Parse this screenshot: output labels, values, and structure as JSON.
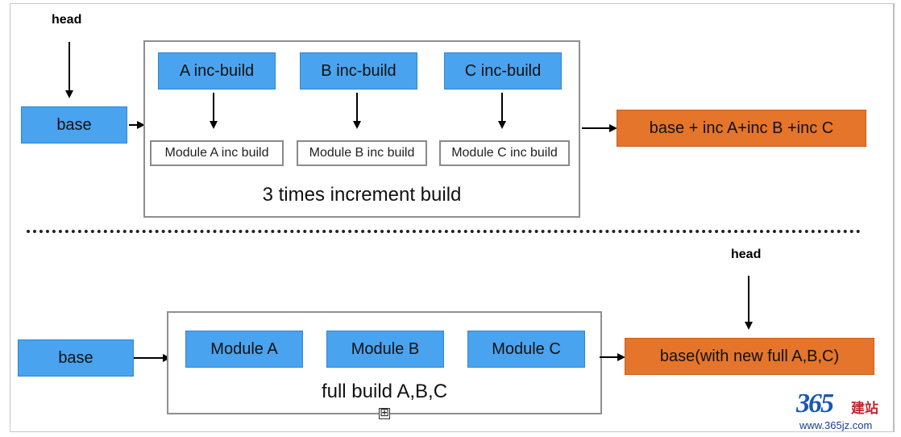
{
  "top": {
    "head_label": "head",
    "base_label": "base",
    "modules": [
      {
        "build": "A inc-build",
        "module": "Module A inc build"
      },
      {
        "build": "B inc-build",
        "module": "Module B inc build"
      },
      {
        "build": "C inc-build",
        "module": "Module C inc build"
      }
    ],
    "group_caption": "3 times increment build",
    "result_label": "base + inc A+inc B +inc C"
  },
  "bottom": {
    "head_label": "head",
    "base_label": "base",
    "modules": [
      "Module A",
      "Module B",
      "Module C"
    ],
    "group_caption": "full build A,B,C",
    "result_label": "base(with new full A,B,C)"
  },
  "expand_glyph": "⊞",
  "watermark": {
    "numbers": "365",
    "chinese": "建站",
    "url": "www.365jz.com"
  },
  "colors": {
    "blue_box": "#4aa3ee",
    "orange_box": "#e5752a"
  }
}
